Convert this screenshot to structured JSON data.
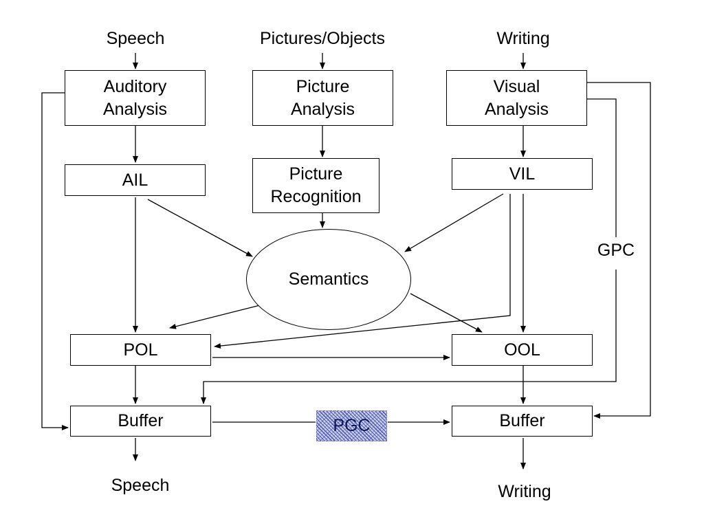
{
  "inputs": {
    "speech": "Speech",
    "pictures": "Pictures/Objects",
    "writing": "Writing"
  },
  "nodes": {
    "auditory_analysis": {
      "line1": "Auditory",
      "line2": "Analysis"
    },
    "picture_analysis": {
      "line1": "Picture",
      "line2": "Analysis"
    },
    "visual_analysis": {
      "line1": "Visual",
      "line2": "Analysis"
    },
    "ail": "AIL",
    "picture_recognition": {
      "line1": "Picture",
      "line2": "Recognition"
    },
    "vil": "VIL",
    "semantics": "Semantics",
    "gpc": "GPC",
    "pol": "POL",
    "ool": "OOL",
    "buffer_left": "Buffer",
    "buffer_right": "Buffer",
    "pgc": "PGC"
  },
  "outputs": {
    "speech": "Speech",
    "writing": "Writing"
  },
  "colors": {
    "line": "#000000",
    "pgc_fill": "#cbd0ea",
    "pgc_hatch": "#4a55a8",
    "pgc_text": "#0f175d"
  }
}
